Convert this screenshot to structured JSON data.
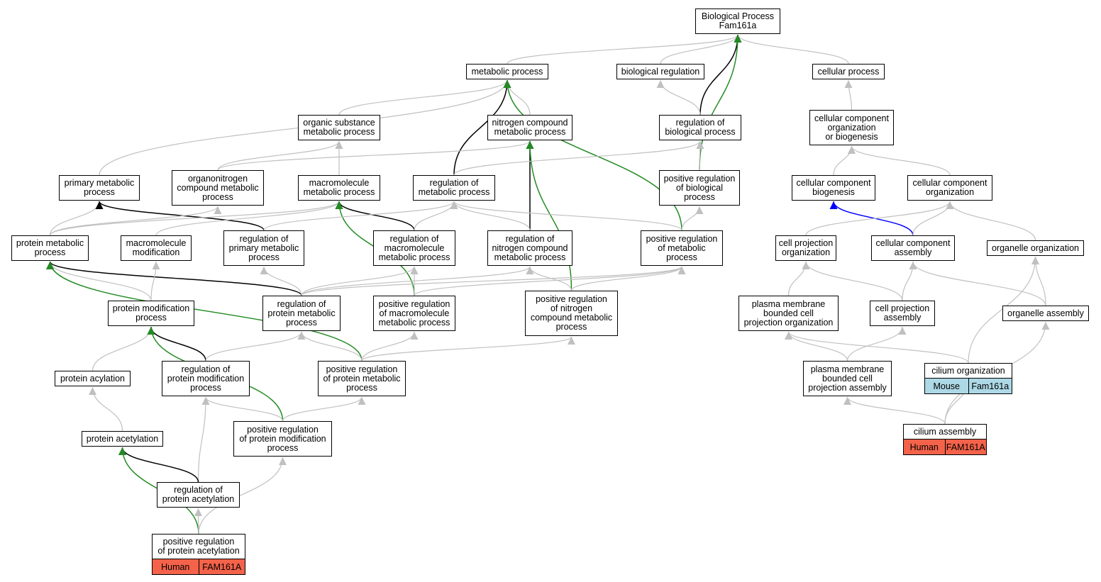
{
  "nodes": [
    {
      "id": "bp",
      "label": "Biological Process\nFam161a"
    },
    {
      "id": "mp",
      "label": "metabolic process"
    },
    {
      "id": "breg",
      "label": "biological regulation"
    },
    {
      "id": "cp",
      "label": "cellular process"
    },
    {
      "id": "osmp",
      "label": "organic substance\nmetabolic process"
    },
    {
      "id": "ncmp",
      "label": "nitrogen compound\nmetabolic process"
    },
    {
      "id": "rbp",
      "label": "regulation of\nbiological process"
    },
    {
      "id": "ccob",
      "label": "cellular component\norganization\nor biogenesis"
    },
    {
      "id": "pmp",
      "label": "primary metabolic\nprocess"
    },
    {
      "id": "oncmp",
      "label": "organonitrogen\ncompound metabolic\nprocess"
    },
    {
      "id": "mmp",
      "label": "macromolecule\nmetabolic process"
    },
    {
      "id": "rmp",
      "label": "regulation of\nmetabolic process"
    },
    {
      "id": "prbp",
      "label": "positive regulation\nof biological\nprocess"
    },
    {
      "id": "ccb",
      "label": "cellular component\nbiogenesis"
    },
    {
      "id": "cco",
      "label": "cellular component\norganization"
    },
    {
      "id": "protmp",
      "label": "protein metabolic\nprocess"
    },
    {
      "id": "mmod",
      "label": "macromolecule\nmodification"
    },
    {
      "id": "rpmp",
      "label": "regulation of\nprimary metabolic\nprocess"
    },
    {
      "id": "rmmp",
      "label": "regulation of\nmacromolecule\nmetabolic process"
    },
    {
      "id": "rncmp",
      "label": "regulation of\nnitrogen compound\nmetabolic process"
    },
    {
      "id": "prmp",
      "label": "positive regulation\nof metabolic\nprocess"
    },
    {
      "id": "cpo",
      "label": "cell projection\norganization"
    },
    {
      "id": "cca",
      "label": "cellular component\nassembly"
    },
    {
      "id": "oo",
      "label": "organelle organization"
    },
    {
      "id": "pmodp",
      "label": "protein modification\nprocess"
    },
    {
      "id": "rprotmp",
      "label": "regulation of\nprotein metabolic\nprocess"
    },
    {
      "id": "prmmp",
      "label": "positive regulation\nof macromolecule\nmetabolic process"
    },
    {
      "id": "prncmp",
      "label": "positive regulation\nof nitrogen\ncompound metabolic\nprocess"
    },
    {
      "id": "pmbcpo",
      "label": "plasma membrane\nbounded cell\nprojection organization"
    },
    {
      "id": "cpa",
      "label": "cell projection\nassembly"
    },
    {
      "id": "oa",
      "label": "organelle assembly"
    },
    {
      "id": "pacyl",
      "label": "protein acylation"
    },
    {
      "id": "rpmodp",
      "label": "regulation of\nprotein modification\nprocess"
    },
    {
      "id": "prprotmp",
      "label": "positive regulation\nof protein metabolic\nprocess"
    },
    {
      "id": "pmbcpa",
      "label": "plasma membrane\nbounded cell\nprojection assembly"
    },
    {
      "id": "co",
      "label": "cilium organization",
      "tags": [
        "Mouse",
        "Fam161a"
      ],
      "tag_class": "tag-mouse"
    },
    {
      "id": "pacet",
      "label": "protein acetylation"
    },
    {
      "id": "pprmodp",
      "label": "positive regulation\nof protein modification\nprocess"
    },
    {
      "id": "ca",
      "label": "cilium assembly",
      "tags": [
        "Human",
        "FAM161A"
      ],
      "tag_class": "tag-human"
    },
    {
      "id": "rpacet",
      "label": "regulation of\nprotein acetylation"
    },
    {
      "id": "prpacet",
      "label": "positive regulation\nof protein acetylation",
      "tags": [
        "Human",
        "FAM161A"
      ],
      "tag_class": "tag-human"
    }
  ],
  "edges": [
    [
      "mp",
      "bp",
      "gray"
    ],
    [
      "breg",
      "bp",
      "gray"
    ],
    [
      "cp",
      "bp",
      "gray"
    ],
    [
      "rbp",
      "bp",
      "black"
    ],
    [
      "prbp",
      "bp",
      "green"
    ],
    [
      "osmp",
      "mp",
      "gray"
    ],
    [
      "ncmp",
      "mp",
      "gray"
    ],
    [
      "pmp",
      "mp",
      "gray"
    ],
    [
      "rmp",
      "mp",
      "black"
    ],
    [
      "prmp",
      "mp",
      "green"
    ],
    [
      "rbp",
      "breg",
      "gray"
    ],
    [
      "ccob",
      "cp",
      "gray"
    ],
    [
      "oncmp",
      "osmp",
      "gray"
    ],
    [
      "mmp",
      "osmp",
      "gray"
    ],
    [
      "oncmp",
      "ncmp",
      "gray"
    ],
    [
      "rncmp",
      "ncmp",
      "black"
    ],
    [
      "prncmp",
      "ncmp",
      "green"
    ],
    [
      "rmp",
      "rbp",
      "gray"
    ],
    [
      "prbp",
      "rbp",
      "gray"
    ],
    [
      "ccb",
      "ccob",
      "gray"
    ],
    [
      "cco",
      "ccob",
      "gray"
    ],
    [
      "protmp",
      "pmp",
      "gray"
    ],
    [
      "rpmp",
      "pmp",
      "black"
    ],
    [
      "protmp",
      "oncmp",
      "gray"
    ],
    [
      "protmp",
      "mmp",
      "gray"
    ],
    [
      "mmod",
      "mmp",
      "gray"
    ],
    [
      "rmmp",
      "mmp",
      "black"
    ],
    [
      "prmmp",
      "mmp",
      "green"
    ],
    [
      "rpmp",
      "rmp",
      "gray"
    ],
    [
      "rmmp",
      "rmp",
      "gray"
    ],
    [
      "rncmp",
      "rmp",
      "gray"
    ],
    [
      "prmp",
      "rmp",
      "gray"
    ],
    [
      "prmp",
      "prbp",
      "gray"
    ],
    [
      "cca",
      "ccb",
      "blue"
    ],
    [
      "cpo",
      "cco",
      "gray"
    ],
    [
      "cca",
      "cco",
      "gray"
    ],
    [
      "oo",
      "cco",
      "gray"
    ],
    [
      "pmodp",
      "protmp",
      "gray"
    ],
    [
      "rprotmp",
      "protmp",
      "black"
    ],
    [
      "prprotmp",
      "protmp",
      "green"
    ],
    [
      "pmodp",
      "mmod",
      "gray"
    ],
    [
      "rprotmp",
      "rpmp",
      "gray"
    ],
    [
      "rprotmp",
      "rmmp",
      "gray"
    ],
    [
      "rprotmp",
      "rncmp",
      "gray"
    ],
    [
      "prmmp",
      "rmmp",
      "gray"
    ],
    [
      "prncmp",
      "rncmp",
      "gray"
    ],
    [
      "prmmp",
      "prmp",
      "gray"
    ],
    [
      "prncmp",
      "prmp",
      "gray"
    ],
    [
      "rprotmp",
      "prmp",
      "gray"
    ],
    [
      "pmbcpo",
      "cpo",
      "gray"
    ],
    [
      "cpa",
      "cpo",
      "gray"
    ],
    [
      "cpa",
      "cca",
      "gray"
    ],
    [
      "oa",
      "cca",
      "gray"
    ],
    [
      "oa",
      "oo",
      "gray"
    ],
    [
      "co",
      "oo",
      "gray"
    ],
    [
      "pacyl",
      "pmodp",
      "gray"
    ],
    [
      "rpmodp",
      "pmodp",
      "black"
    ],
    [
      "pprmodp",
      "pmodp",
      "green"
    ],
    [
      "rpmodp",
      "rprotmp",
      "gray"
    ],
    [
      "prprotmp",
      "rprotmp",
      "gray"
    ],
    [
      "prprotmp",
      "prmmp",
      "gray"
    ],
    [
      "prprotmp",
      "prncmp",
      "gray"
    ],
    [
      "pmbcpa",
      "pmbcpo",
      "gray"
    ],
    [
      "co",
      "pmbcpo",
      "gray"
    ],
    [
      "pmbcpa",
      "cpa",
      "gray"
    ],
    [
      "ca",
      "oa",
      "gray"
    ],
    [
      "pacet",
      "pacyl",
      "gray"
    ],
    [
      "pprmodp",
      "rpmodp",
      "gray"
    ],
    [
      "rpacet",
      "rpmodp",
      "gray"
    ],
    [
      "pprmodp",
      "prprotmp",
      "gray"
    ],
    [
      "ca",
      "pmbcpa",
      "gray"
    ],
    [
      "ca",
      "co",
      "gray"
    ],
    [
      "rpacet",
      "pacet",
      "black"
    ],
    [
      "prpacet",
      "pacet",
      "green"
    ],
    [
      "prpacet",
      "rpacet",
      "gray"
    ],
    [
      "prpacet",
      "pprmodp",
      "gray"
    ]
  ],
  "colors": {
    "gray": "#c0c0c0",
    "black": "#000000",
    "green": "#228b22",
    "blue": "#0000ff"
  }
}
